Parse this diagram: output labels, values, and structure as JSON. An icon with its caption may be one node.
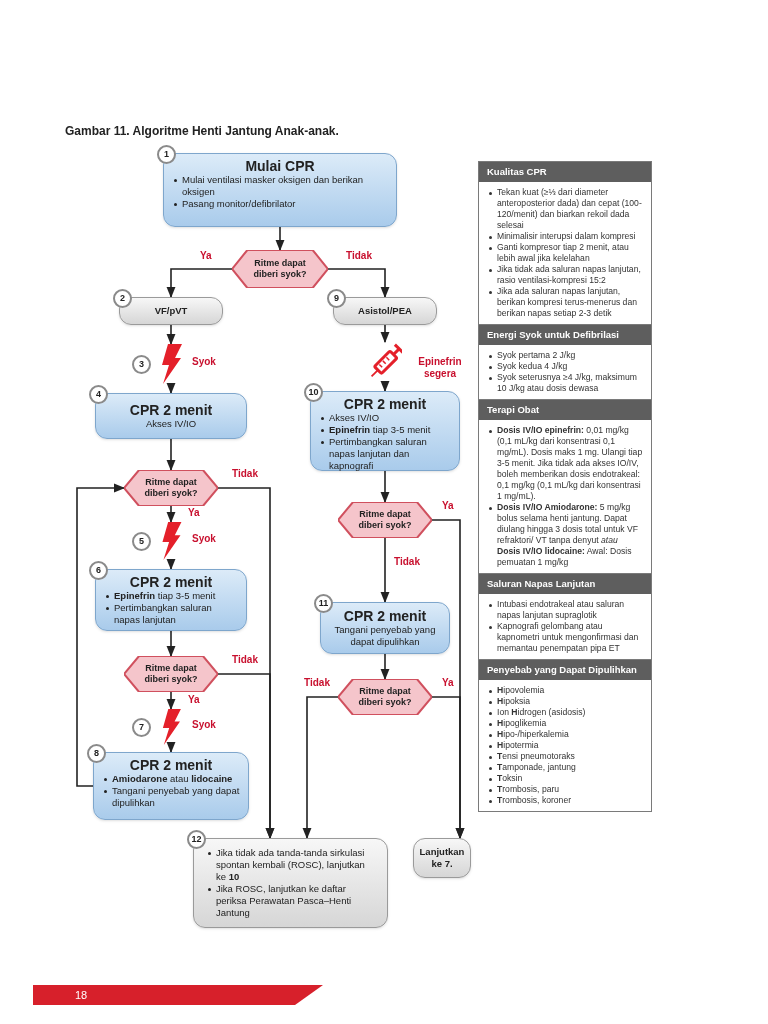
{
  "diagram": {
    "title": "Gambar 11. Algoritme Henti Jantung Anak-anak.",
    "nodes": [
      {
        "text": [
          "1",
          "Mulai CPR",
          "Mulai ventilasi masker oksigen dan berikan oksigen",
          "Pasang monitor/defibrilator"
        ]
      },
      {
        "text": [
          "Ritme dapat diberi syok?"
        ]
      },
      {
        "text": [
          "2",
          "VF/pVT"
        ]
      },
      {
        "text": [
          "9",
          "Asistol/PEA"
        ]
      },
      {
        "text": [],
        "shape": "lightning",
        "beside": [
          "3",
          "Syok"
        ]
      },
      {
        "text": [],
        "shape": "syringe",
        "beside": [
          "Epinefrin segera"
        ]
      },
      {
        "text": [
          "4",
          "CPR 2 menit",
          "Akses IV/IO"
        ]
      },
      {
        "text": [
          "10",
          "CPR 2 menit",
          "Akses IV/IO",
          "**Epinefrin** tiap 3-5 menit",
          "Pertimbangkan saluran napas lanjutan dan kapnografi"
        ]
      },
      {
        "text": [
          "Ritme dapat diberi syok?"
        ]
      },
      {
        "text": [
          "Ritme dapat diberi syok?"
        ]
      },
      {
        "text": [],
        "shape": "lightning",
        "beside": [
          "5",
          "Syok"
        ]
      },
      {
        "text": [
          "6",
          "CPR 2 menit",
          "**Epinefrin** tiap 3-5 menit",
          "Pertimbangkan saluran napas lanjutan"
        ]
      },
      {
        "text": [
          "11",
          "CPR 2 menit",
          "Tangani penyebab yang dapat dipulihkan"
        ]
      },
      {
        "text": [
          "Ritme dapat diberi syok?"
        ]
      },
      {
        "text": [
          "Ritme dapat diberi syok?"
        ]
      },
      {
        "text": [],
        "shape": "lightning",
        "beside": [
          "7",
          "Syok"
        ]
      },
      {
        "text": [
          "8",
          "CPR 2 menit",
          "**Amiodarone** atau **lidocaine**",
          "Tangani penyebab yang dapat dipulihkan"
        ]
      },
      {
        "text": [
          "12",
          "Jika tidak ada tanda-tanda sirkulasi spontan kembali (ROSC), lanjutkan ke **10**",
          "Jika ROSC, lanjutkan ke daftar periksa Perawatan Pasca–Henti Jantung"
        ]
      },
      {
        "text": [
          "Lanjutkan ke **7.**"
        ]
      },
      {
        "text": [
          "Kualitas CPR",
          "Tekan kuat (≥⅓ dari diameter anteroposterior dada) dan cepat (100-120/menit) dan biarkan rekoil dada selesai",
          "Minimalisir interupsi dalam kompresi",
          "Ganti kompresor tiap 2 menit, atau lebih awal jika kelelahan",
          "Jika tidak ada saluran napas lanjutan, rasio ventilasi-kompresi 15:2",
          "Jika ada saluran napas lanjutan, berikan kompresi terus-menerus dan berikan napas setiap 2-3 detik"
        ]
      },
      {
        "text": [
          "Energi Syok untuk Defibrilasi",
          "Syok pertama 2 J/kg",
          "Syok kedua 4 J/kg",
          "Syok seterusnya ≥4 J/kg, maksimum 10 J/kg atau dosis dewasa"
        ]
      },
      {
        "text": [
          "Terapi Obat",
          "**Dosis IV/IO epinefrin:** 0,01 mg/kg (0,1 mL/kg dari konsentrasi 0,1 mg/mL). Dosis maks 1 mg. Ulangi tiap 3-5 menit. Jika tidak ada akses IO/IV, boleh memberikan dosis endotrakeal: 0,1 mg/kg (0,1 mL/kg dari konsentrasi 1 mg/mL).",
          "**Dosis IV/IO Amiodarone:** 5 mg/kg bolus selama henti jantung. Dapat diulang hingga 3 dosis total untuk VF refraktori/ VT tanpa denyut *atau* **Dosis IV/IO lidocaine:** Awal: Dosis pemuatan 1 mg/kg"
        ]
      },
      {
        "text": [
          "Saluran Napas Lanjutan",
          "Intubasi endotrakeal atau saluran napas lanjutan supraglotik",
          "Kapnografi gelombang atau kapnometri untuk mengonfirmasi dan memantau penempatan pipa ET"
        ]
      },
      {
        "text": [
          "Penyebab yang Dapat Dipulihkan",
          "**H**ipovolemia",
          "**H**ipoksia",
          "Ion **H**idrogen (asidosis)",
          "**H**ipoglikemia",
          "**H**ipo-/hiperkalemia",
          "**H**ipotermia",
          "**T**ensi pneumotoraks",
          "**T**amponade, jantung",
          "**T**oksin",
          "**T**rombosis, paru",
          "**T**rombosis, koroner"
        ]
      }
    ],
    "edges": [
      {
        "from": 0,
        "to": 1,
        "arrow": "to"
      },
      {
        "from": 1,
        "to": 2,
        "arrow": "to",
        "label": "Ya"
      },
      {
        "from": 1,
        "to": 3,
        "arrow": "to",
        "label": "Tidak"
      },
      {
        "from": 2,
        "to": 4,
        "arrow": "to"
      },
      {
        "from": 4,
        "to": 6,
        "arrow": "to"
      },
      {
        "from": 3,
        "to": 5,
        "arrow": "to"
      },
      {
        "from": 5,
        "to": 7,
        "arrow": "to"
      },
      {
        "from": 6,
        "to": 8,
        "arrow": "to"
      },
      {
        "from": 8,
        "to": 10,
        "arrow": "to",
        "label": "Ya"
      },
      {
        "from": 8,
        "to": 17,
        "arrow": "to",
        "label": "Tidak"
      },
      {
        "from": 10,
        "to": 11,
        "arrow": "to"
      },
      {
        "from": 11,
        "to": 13,
        "arrow": "to"
      },
      {
        "from": 13,
        "to": 15,
        "arrow": "to",
        "label": "Ya"
      },
      {
        "from": 13,
        "to": 17,
        "arrow": "to",
        "label": "Tidak"
      },
      {
        "from": 15,
        "to": 16,
        "arrow": "to"
      },
      {
        "from": 16,
        "to": 8,
        "arrow": "to"
      },
      {
        "from": 7,
        "to": 9,
        "arrow": "to"
      },
      {
        "from": 9,
        "to": 12,
        "arrow": "to",
        "label": "Tidak"
      },
      {
        "from": 9,
        "to": 18,
        "arrow": "to",
        "label": "Ya"
      },
      {
        "from": 12,
        "to": 14,
        "arrow": "to"
      },
      {
        "from": 14,
        "to": 17,
        "arrow": "to",
        "label": "Tidak"
      },
      {
        "from": 14,
        "to": 18,
        "arrow": "to",
        "label": "Ya"
      }
    ],
    "labels": [
      "18"
    ]
  }
}
